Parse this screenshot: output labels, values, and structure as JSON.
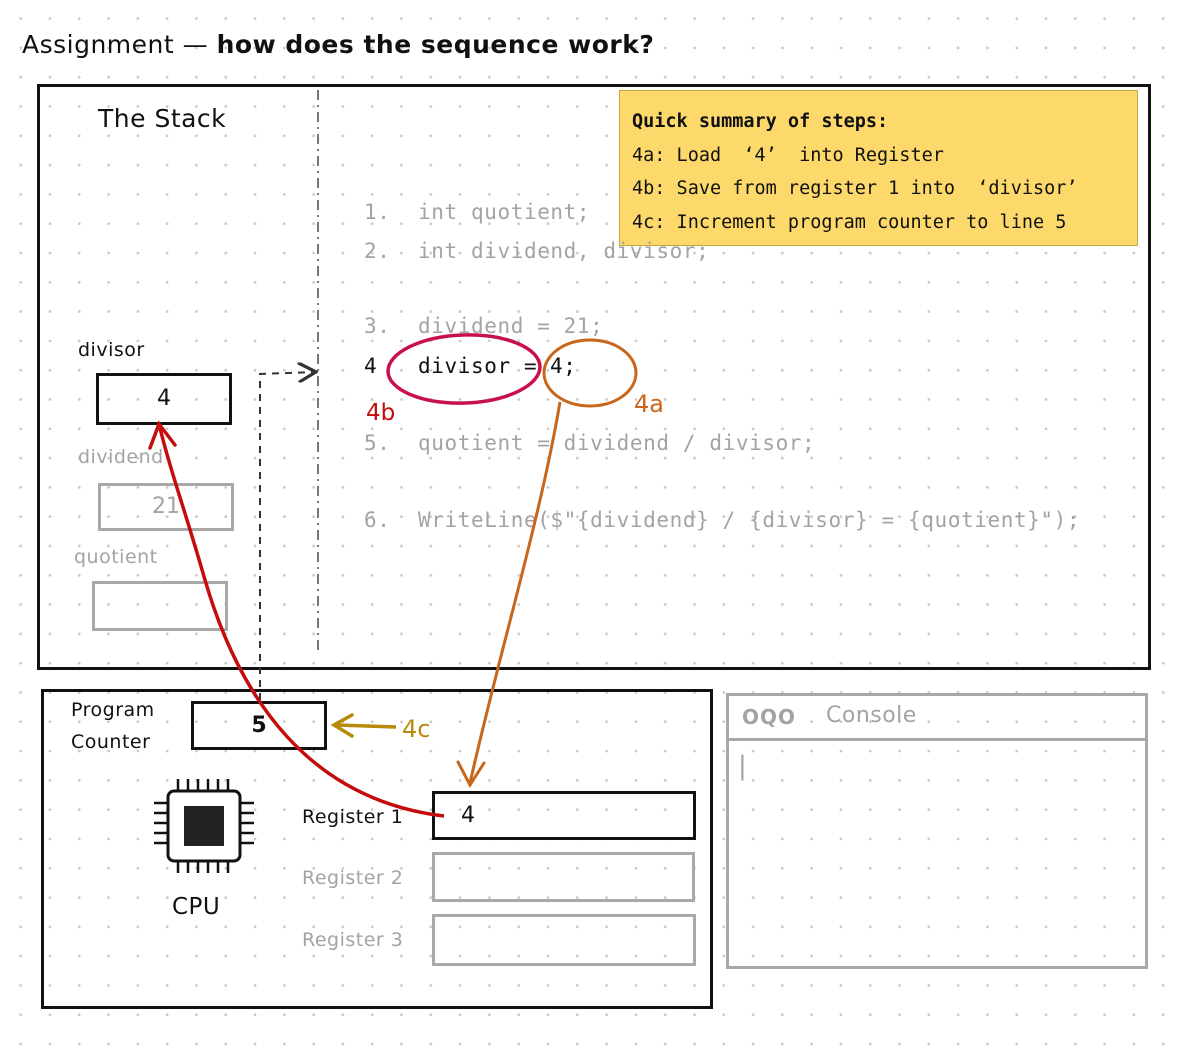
{
  "title": {
    "prefix": "Assignment — ",
    "bold": "how does the sequence work?"
  },
  "stack": {
    "heading": "The Stack",
    "variables": [
      {
        "name": "divisor",
        "value": "4",
        "active": true
      },
      {
        "name": "dividend",
        "value": "21",
        "active": false
      },
      {
        "name": "quotient",
        "value": "",
        "active": false
      }
    ]
  },
  "summary": {
    "heading": "Quick summary of steps:",
    "steps": [
      "4a: Load  ‘4’  into Register",
      "4b: Save from register 1 into  ‘divisor’",
      "4c: Increment program counter to line 5"
    ]
  },
  "code": {
    "lines": [
      {
        "num": "1.",
        "text": "int quotient;"
      },
      {
        "num": "2.",
        "text": "int dividend, divisor;"
      },
      {
        "num": "3.",
        "text": "dividend = 21;"
      },
      {
        "num": "4",
        "text_left": "divisor = ",
        "text_right": "4;"
      },
      {
        "num": "5.",
        "text": "quotient = dividend / divisor;"
      },
      {
        "num": "6.",
        "text": "WriteLine($\"{dividend} / {divisor} = {quotient}\");"
      }
    ]
  },
  "annotations": {
    "a": "4a",
    "b": "4b",
    "c": "4c"
  },
  "cpu": {
    "pc_label_1": "Program",
    "pc_label_2": "Counter",
    "pc_value": "5",
    "chip_label": "CPU",
    "registers": [
      {
        "label": "Register 1",
        "value": "4"
      },
      {
        "label": "Register 2",
        "value": ""
      },
      {
        "label": "Register 3",
        "value": ""
      }
    ]
  },
  "console": {
    "title": "Console",
    "window_buttons": "OQO",
    "cursor": "|"
  },
  "colors": {
    "red": "#c40c0c",
    "crimson": "#c8104a",
    "orange": "#c8661c",
    "gold": "#b88a0a",
    "note": "#fcd96a",
    "grey": "#a8a8a8"
  }
}
